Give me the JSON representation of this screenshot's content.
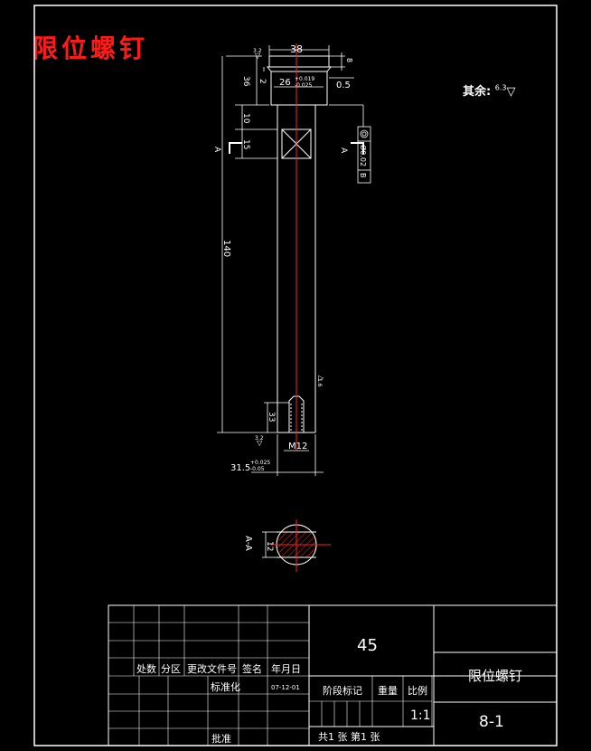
{
  "drawing": {
    "part_name": "限位螺钉",
    "drawing_number": "8-1",
    "material": "45",
    "rest_roughness_label": "其余:",
    "rest_roughness_value": "6.3"
  },
  "dimensions": {
    "head_width": "38",
    "head_inner": "26",
    "head_inner_tol_upper": "+0.019",
    "head_inner_tol_lower": "-0.025",
    "head_height": "8",
    "chamfer": "0.5",
    "dim_36": "36",
    "dim_2": "2",
    "dim_10": "10",
    "dim_15": "15",
    "total_length": "140",
    "thread_depth": "33",
    "thread": "M12",
    "shaft_dia": "31.5",
    "shaft_dia_tol_upper": "+0.025",
    "shaft_dia_tol_lower": "-0.05",
    "section_width": "12",
    "roughness_top": "3.2",
    "roughness_side": "1.6",
    "roughness_bottom": "3.2",
    "geom_tol_value": "Ø0.02",
    "geom_tol_datum": "B",
    "section_mark": "A",
    "section_label": "A-A"
  },
  "title_block": {
    "revision_headers": [
      "处数",
      "分区",
      "更改文件号",
      "签名",
      "年月日"
    ],
    "standardization_label": "标准化",
    "standardization_date": "07-12-01",
    "approval_label": "批准",
    "stage_label": "阶段标记",
    "weight_label": "重量",
    "scale_label": "比例",
    "scale_value": "1:1",
    "sheet_info": "共1 张 第1 张"
  }
}
